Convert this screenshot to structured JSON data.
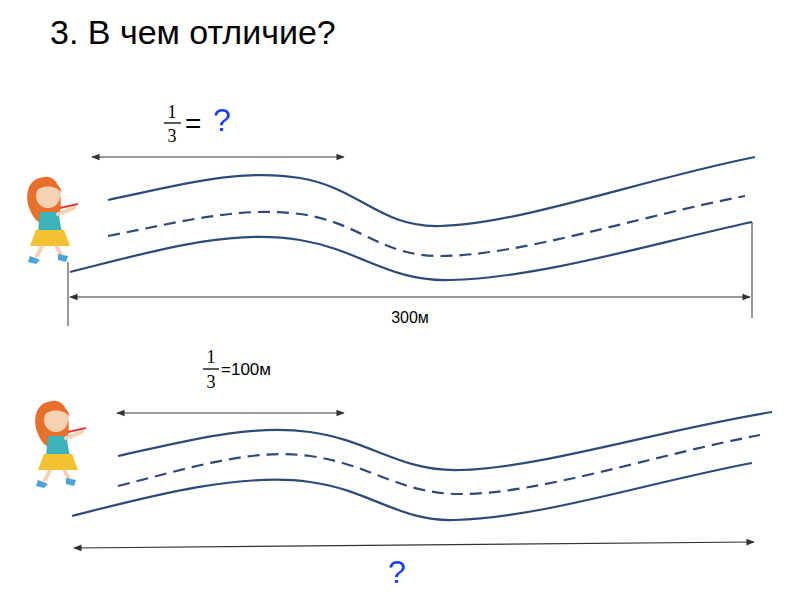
{
  "diagram": {
    "title": "3. В чем отличие?",
    "labels": [
      "1",
      "3",
      "=",
      "?",
      "300м",
      "1",
      "3",
      "=100м",
      "?"
    ]
  }
}
